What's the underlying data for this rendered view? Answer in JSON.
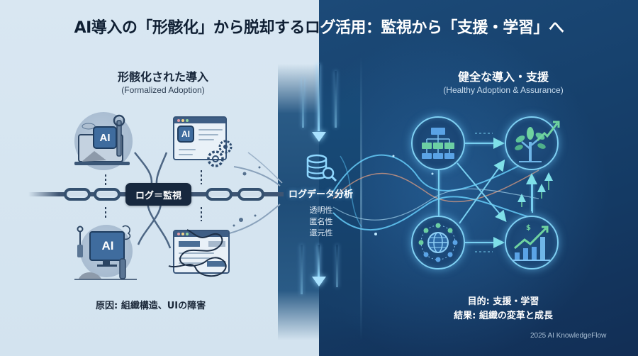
{
  "title": {
    "left_part": "AI導入の「形骸化」から脱却するロ",
    "right_part": "グ活用：監視から「支援・学習」へ",
    "full": "AI導入の「形骸化」から脱却するログ活用：監視から「支援・学習」へ"
  },
  "left_panel": {
    "heading": "形骸化された導入",
    "subheading": "(Formalized Adoption)",
    "icons": [
      {
        "name": "laptop-ai-wrench-icon",
        "label": "AI"
      },
      {
        "name": "browser-ai-gears-icon",
        "label": "AI"
      },
      {
        "name": "monitor-ai-broken-icon",
        "label": "AI"
      },
      {
        "name": "tangled-browser-icon",
        "label": ""
      }
    ],
    "chain_label": "ログ＝監視",
    "footer": "原因: 組織構造、UIの障害"
  },
  "center": {
    "label": "ログデータ分析",
    "properties": [
      "透明性",
      "匿名性",
      "還元性"
    ],
    "icon": "database-search-icon"
  },
  "right_panel": {
    "heading": "健全な導入・支援",
    "subheading": "(Healthy Adoption & Assurance)",
    "nodes": [
      {
        "name": "org-chart-icon"
      },
      {
        "name": "growth-tree-icon"
      },
      {
        "name": "global-network-icon"
      },
      {
        "name": "revenue-growth-chart-icon"
      }
    ],
    "footer_lines": [
      "目的: 支援・学習",
      "結果: 組織の変革と成長"
    ],
    "credit": "2025 AI KnowledgeFlow"
  },
  "colors": {
    "left_bg": "#d7e6f1",
    "right_bg": "#17426e",
    "accent_glow": "#7fd0f3",
    "chain": "#34506f",
    "label_dark": "#17283e",
    "green_accent": "#6fd3a0"
  }
}
